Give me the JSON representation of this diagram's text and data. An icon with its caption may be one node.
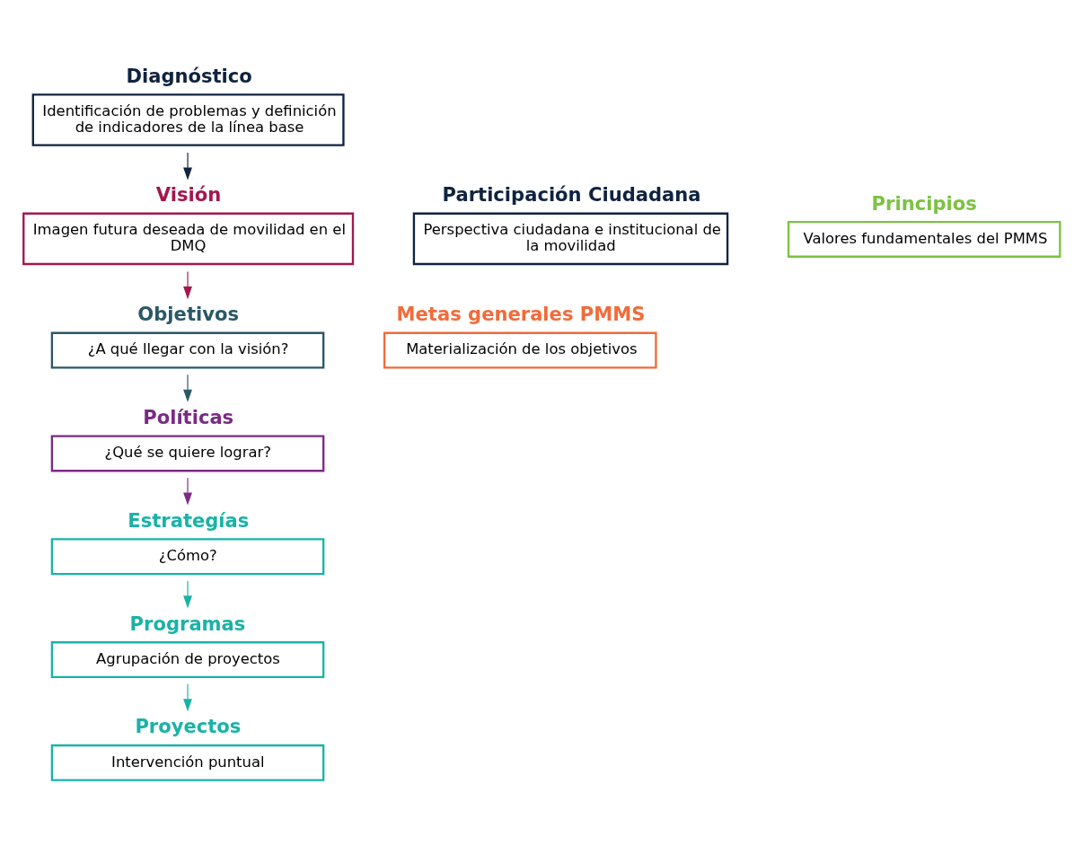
{
  "diagram": {
    "nodes": [
      {
        "text": [
          "Diagnóstico",
          "Identificación de problemas y definición de indicadores de la línea base"
        ]
      },
      {
        "text": [
          "Participación Ciudadana",
          "Perspectiva ciudadana e institucional de la movilidad"
        ]
      },
      {
        "text": [
          "Visión",
          "Imagen futura deseada de movilidad en el DMQ"
        ]
      },
      {
        "text": [
          "Principios",
          "Valores fundamentales del PMMS"
        ]
      },
      {
        "text": [
          "Objetivos",
          "¿A qué llegar con la visión?"
        ]
      },
      {
        "text": [
          "Metas generales PMMS",
          "Materialización de los objetivos"
        ]
      },
      {
        "text": [
          "Políticas",
          "¿Qué se quiere lograr?"
        ]
      },
      {
        "text": [
          "Estrategías",
          "¿Cómo?"
        ]
      },
      {
        "text": [
          "Programas",
          "Agrupación de proyectos"
        ]
      },
      {
        "text": [
          "Proyectos",
          "Intervención puntual"
        ]
      }
    ],
    "edges": [
      {
        "from": 0,
        "to": 2,
        "arrow": "to",
        "color": "#10233f"
      },
      {
        "from": 2,
        "to": 4,
        "arrow": "to",
        "color": "#a3174e"
      },
      {
        "from": 4,
        "to": 6,
        "arrow": "to",
        "color": "#2a5866"
      },
      {
        "from": 6,
        "to": 7,
        "arrow": "to",
        "color": "#7b2a86"
      },
      {
        "from": 7,
        "to": 8,
        "arrow": "to"
      },
      {
        "from": 8,
        "to": 9,
        "arrow": "to"
      }
    ]
  }
}
